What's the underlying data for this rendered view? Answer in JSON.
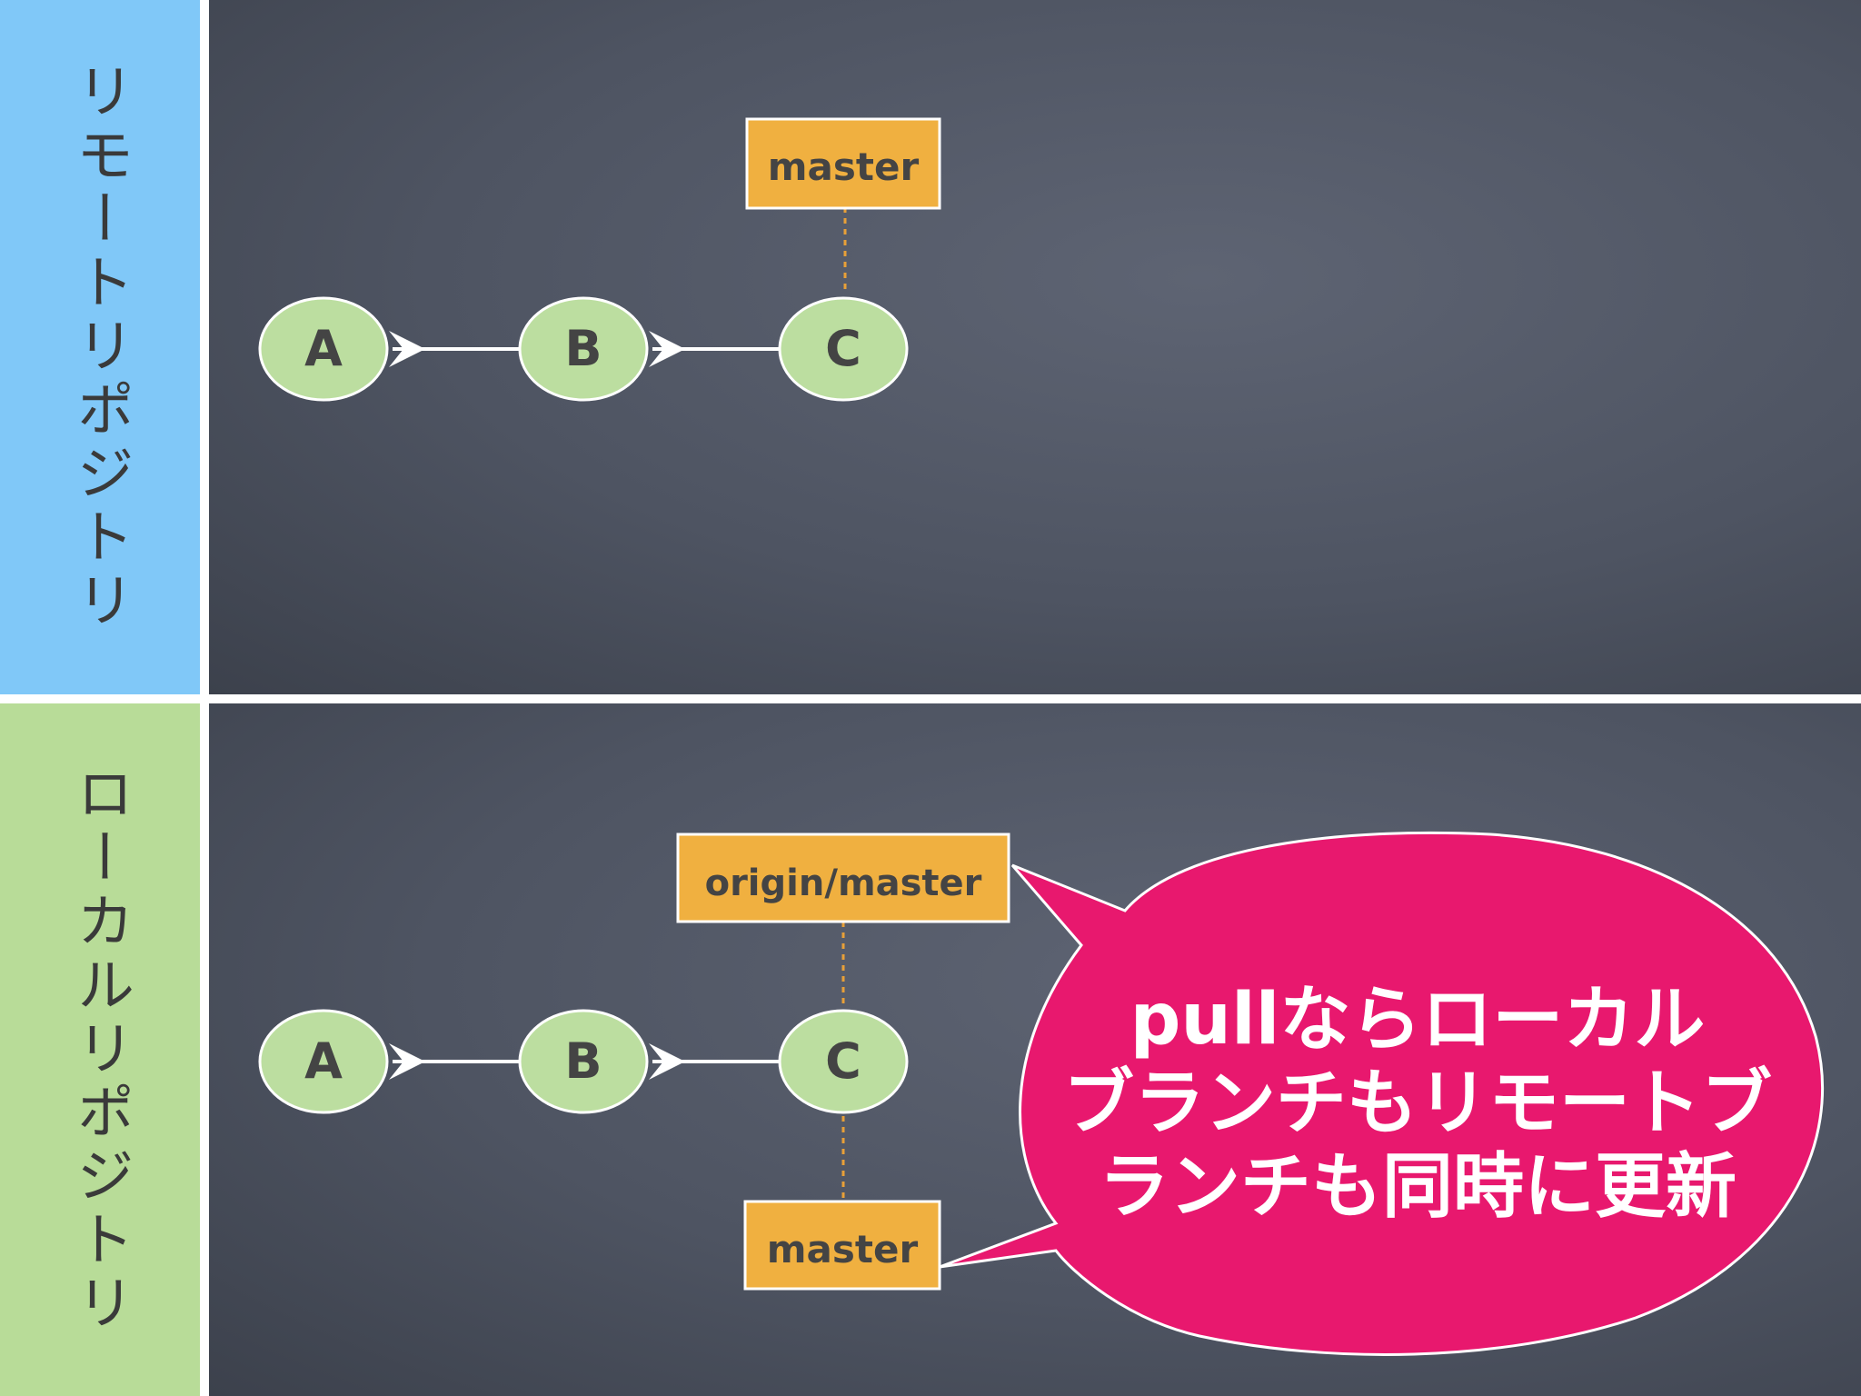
{
  "colors": {
    "remote_sidebar": "#80c8f8",
    "local_sidebar": "#b8dc98",
    "board": "#4e5462",
    "node_fill": "#bcdea0",
    "tag_fill": "#f0b040",
    "bubble_fill": "#e8186e",
    "dotted_line": "#e8a038",
    "arrow": "#ffffff",
    "label_text": "#444444"
  },
  "remote": {
    "sidebar_label": "リモートリポジトリ",
    "nodes": [
      "A",
      "B",
      "C"
    ],
    "branch_tag": "master"
  },
  "local": {
    "sidebar_label": "ローカルリポジトリ",
    "nodes": [
      "A",
      "B",
      "C"
    ],
    "remote_tracking_tag": "origin/master",
    "branch_tag": "master"
  },
  "callout": {
    "lines": [
      "pullならローカル",
      "ブランチもリモートブ",
      "ランチも同時に更新"
    ]
  }
}
